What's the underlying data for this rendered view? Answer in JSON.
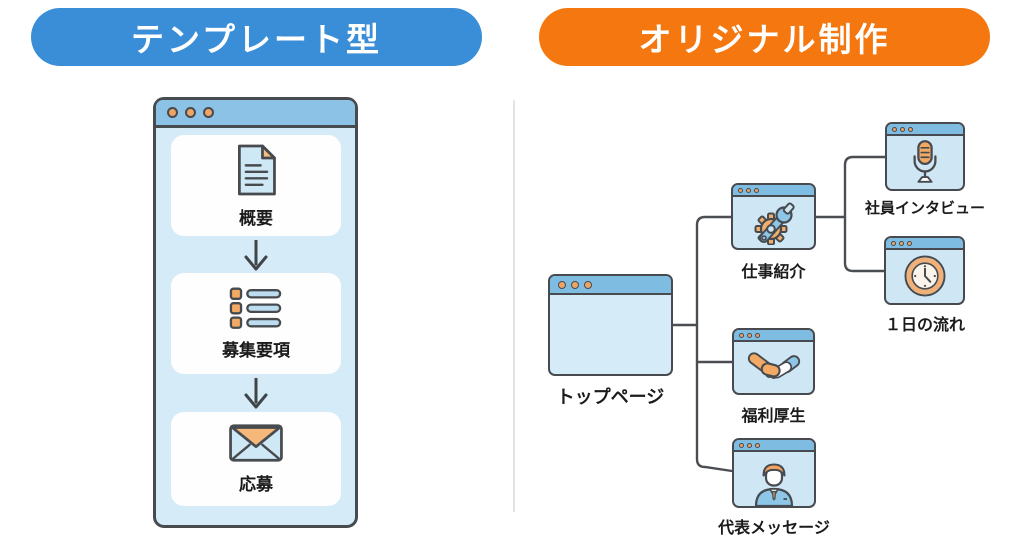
{
  "left_section": {
    "badge_label": "テンプレート型",
    "badge_color": "#3a8ed8",
    "pages": [
      {
        "label": "概要",
        "icon": "document-icon"
      },
      {
        "label": "募集要項",
        "icon": "list-icon"
      },
      {
        "label": "応募",
        "icon": "envelope-icon"
      }
    ]
  },
  "right_section": {
    "badge_label": "オリジナル制作",
    "badge_color": "#f5770f",
    "nodes": {
      "top_page": {
        "label": "トップページ",
        "icon": "blank-page"
      },
      "job_intro": {
        "label": "仕事紹介",
        "icon": "gear-wrench-icon"
      },
      "employee_interview": {
        "label": "社員インタビュー",
        "icon": "microphone-icon"
      },
      "daily_flow": {
        "label": "１日の流れ",
        "icon": "clock-icon"
      },
      "benefits": {
        "label": "福利厚生",
        "icon": "handshake-icon"
      },
      "ceo_message": {
        "label": "代表メッセージ",
        "icon": "person-icon"
      }
    }
  },
  "colors": {
    "badge_blue": "#3a8ed8",
    "badge_orange": "#f5770f",
    "window_header_blue": "#8cc2e6",
    "window_body_blue": "#d6ebf8",
    "mini_body_blue": "#cfe7f5",
    "outline_gray": "#474b4f",
    "accent_orange": "#f0a868",
    "icon_blue": "#8ec6e8",
    "connector_gray": "#4a4e52"
  }
}
